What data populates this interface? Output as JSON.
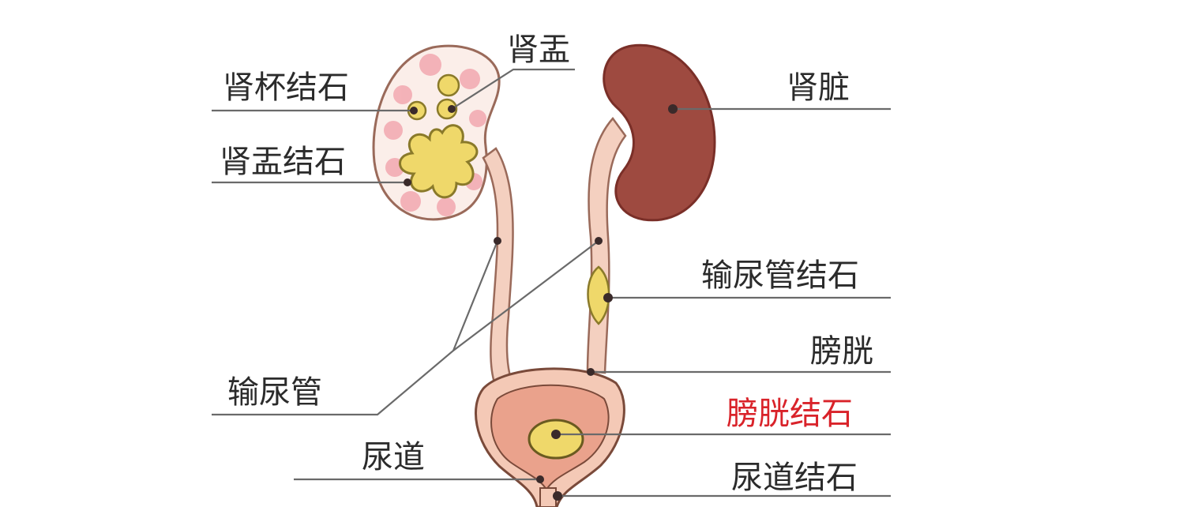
{
  "labels": {
    "renal_pelvis": "肾盂",
    "calyceal_stone": "肾杯结石",
    "kidney": "肾脏",
    "pelvic_stone": "肾盂结石",
    "ureteral_stone": "输尿管结石",
    "bladder": "膀胱",
    "ureter": "输尿管",
    "bladder_stone": "膀胱结石",
    "urethra": "尿道",
    "urethral_stone": "尿道结石"
  },
  "colors": {
    "kidney_brown": "#9e4a40",
    "kidney_outline": "#7a2f28",
    "tissue_pink": "#f3cbbb",
    "calyx_pink": "#f2a8b0",
    "stone_yellow": "#efd86a",
    "stone_outline": "#8a7a2a",
    "bladder_inner": "#eaa28c",
    "bladder_outer": "#f4c9b6",
    "highlight_label": "#d9232a"
  }
}
